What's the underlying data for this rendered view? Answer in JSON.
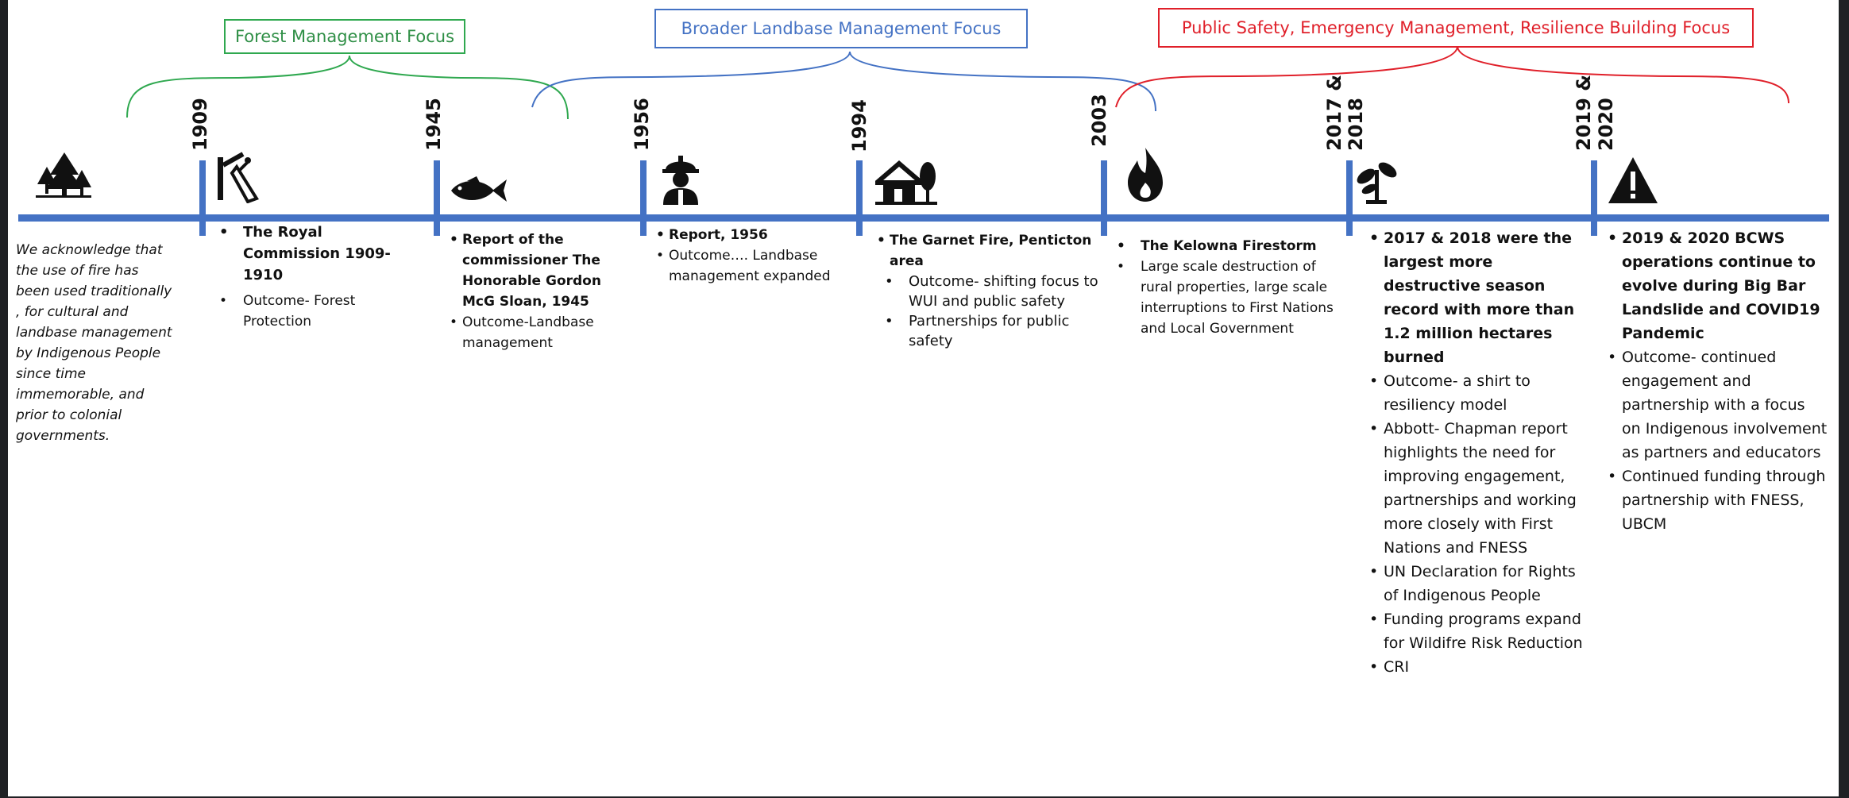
{
  "focus_areas": {
    "forest": "Forest Management Focus",
    "landbase": "Broader Landbase Management Focus",
    "safety": "Public Safety, Emergency Management, Resilience Building Focus"
  },
  "colors": {
    "timeline": "#4472c4",
    "forest": "#2fa84f",
    "landbase": "#4472c4",
    "safety": "#e0202a"
  },
  "acknowledgement": {
    "icon": "forest-icon",
    "text": "We acknowledge that the use of fire has been used traditionally , for cultural and landbase management by Indigenous People since time immemorable, and prior to colonial governments."
  },
  "milestones": [
    {
      "year_lines": [
        "1909"
      ],
      "icon": "pruning-tool-icon",
      "items": [
        "The Royal Commission 1909-1910",
        "Outcome- Forest Protection"
      ]
    },
    {
      "year_lines": [
        "1945"
      ],
      "icon": "fish-icon",
      "items": [
        "Report of the commissioner The Honorable Gordon McG Sloan, 1945",
        "Outcome-Landbase management"
      ]
    },
    {
      "year_lines": [
        "1956"
      ],
      "icon": "worker-hardhat-icon",
      "items": [
        "Report, 1956",
        "Outcome…. Landbase management expanded"
      ]
    },
    {
      "year_lines": [
        "1994"
      ],
      "icon": "house-tree-icon",
      "items": [
        "The Garnet Fire, Penticton area",
        "Outcome- shifting focus to WUI and public safety",
        "Partnerships for public safety"
      ]
    },
    {
      "year_lines": [
        "2003"
      ],
      "icon": "flame-icon",
      "items": [
        "The Kelowna Firestorm",
        "Large scale destruction of rural properties, large scale interruptions to First Nations and Local Government"
      ]
    },
    {
      "year_lines": [
        "2017 &",
        "2018"
      ],
      "icon": "seedling-icon",
      "items": [
        "2017 & 2018 were the largest more destructive season record with more than 1.2 million hectares burned",
        "Outcome- a shirt to resiliency model",
        "Abbott- Chapman report highlights the need for improving engagement, partnerships and working more closely with First Nations and FNESS",
        "UN Declaration for Rights of Indigenous People",
        "Funding programs expand for Wildifre Risk Reduction",
        "CRI"
      ]
    },
    {
      "year_lines": [
        "2019 &",
        "2020"
      ],
      "icon": "warning-icon",
      "items": [
        "2019 & 2020 BCWS operations continue to evolve during Big Bar Landslide and COVID19 Pandemic",
        "Outcome- continued engagement and partnership with a focus on Indigenous involvement as partners and educators",
        "Continued funding through partnership with FNESS, UBCM"
      ]
    }
  ]
}
